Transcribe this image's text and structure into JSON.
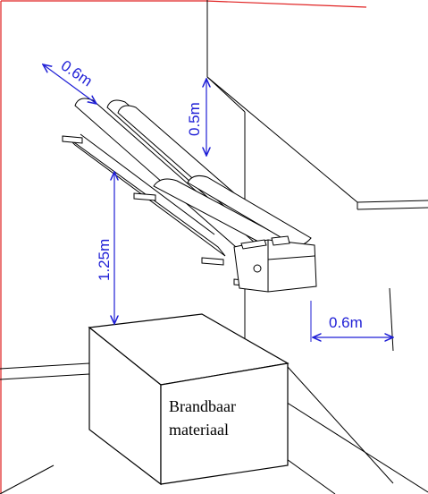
{
  "dimensions": {
    "heater_width": "0.6m",
    "ceiling_clearance": "0.5m",
    "height_above_material": "1.25m",
    "wall_clearance": "0.6m"
  },
  "material_label": {
    "line1": "Brandbaar",
    "line2": "materiaal"
  },
  "colors": {
    "dimension": "#1f1fd6",
    "frame": "#e02020",
    "line": "#000000"
  }
}
